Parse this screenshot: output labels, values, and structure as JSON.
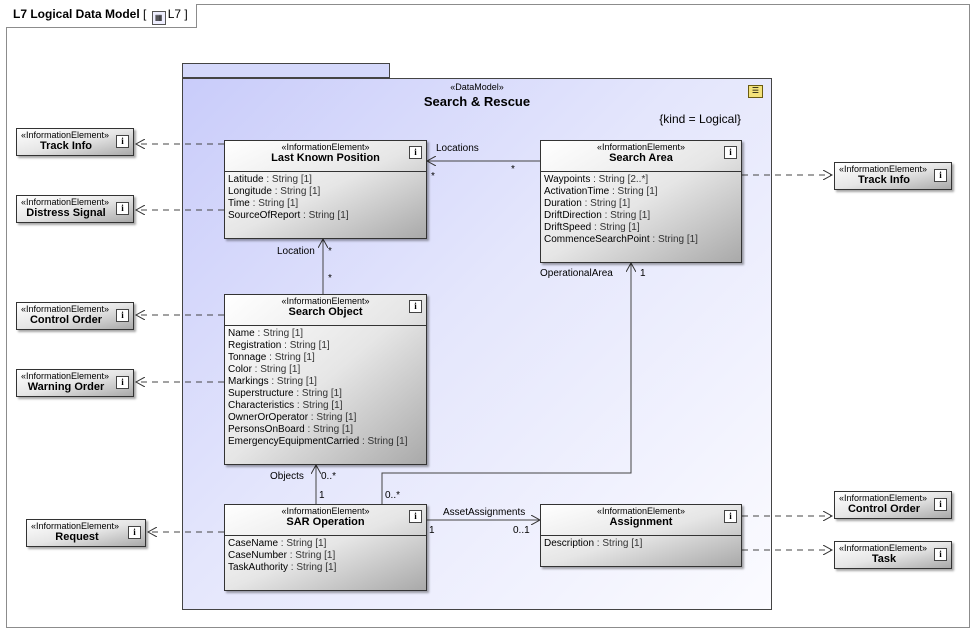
{
  "frame": {
    "title": "L7 Logical Data Model",
    "diagram_ref": "L7"
  },
  "package": {
    "stereotype": "«DataModel»",
    "name": "Search & Rescue",
    "tag": "{kind = Logical}"
  },
  "classes": {
    "lkp": {
      "stereotype": "«InformationElement»",
      "name": "Last Known Position",
      "attrs": [
        {
          "n": "Latitude",
          "t": " : String [1]"
        },
        {
          "n": "Longitude",
          "t": " : String [1]"
        },
        {
          "n": "Time",
          "t": " : String [1]"
        },
        {
          "n": "SourceOfReport",
          "t": " : String [1]"
        }
      ]
    },
    "sa": {
      "stereotype": "«InformationElement»",
      "name": "Search Area",
      "attrs": [
        {
          "n": "Waypoints",
          "t": " : String [2..*]"
        },
        {
          "n": "ActivationTime",
          "t": " : String [1]"
        },
        {
          "n": "Duration",
          "t": " : String [1]"
        },
        {
          "n": "DriftDirection",
          "t": " : String [1]"
        },
        {
          "n": "DriftSpeed",
          "t": " : String [1]"
        },
        {
          "n": "CommenceSearchPoint",
          "t": " : String [1]"
        }
      ]
    },
    "so": {
      "stereotype": "«InformationElement»",
      "name": "Search Object",
      "attrs": [
        {
          "n": "Name",
          "t": " : String [1]"
        },
        {
          "n": "Registration",
          "t": " : String [1]"
        },
        {
          "n": "Tonnage",
          "t": " : String [1]"
        },
        {
          "n": "Color",
          "t": " : String [1]"
        },
        {
          "n": "Markings",
          "t": " : String [1]"
        },
        {
          "n": "Superstructure",
          "t": " : String [1]"
        },
        {
          "n": "Characteristics",
          "t": " : String [1]"
        },
        {
          "n": "OwnerOrOperator",
          "t": " : String [1]"
        },
        {
          "n": "PersonsOnBoard",
          "t": " : String [1]"
        },
        {
          "n": "EmergencyEquipmentCarried",
          "t": " : String [1]"
        }
      ]
    },
    "sar": {
      "stereotype": "«InformationElement»",
      "name": "SAR Operation",
      "attrs": [
        {
          "n": "CaseName",
          "t": " : String [1]"
        },
        {
          "n": "CaseNumber",
          "t": " : String [1]"
        },
        {
          "n": "TaskAuthority",
          "t": " : String [1]"
        }
      ]
    },
    "asg": {
      "stereotype": "«InformationElement»",
      "name": "Assignment",
      "attrs": [
        {
          "n": "Description",
          "t": " : String [1]"
        }
      ]
    }
  },
  "external": {
    "trackinfo_left": {
      "stereotype": "«InformationElement»",
      "name": "Track Info"
    },
    "distress": {
      "stereotype": "«InformationElement»",
      "name": "Distress Signal"
    },
    "controlorder_left": {
      "stereotype": "«InformationElement»",
      "name": "Control Order"
    },
    "warning": {
      "stereotype": "«InformationElement»",
      "name": "Warning Order"
    },
    "request": {
      "stereotype": "«InformationElement»",
      "name": "Request"
    },
    "trackinfo_right": {
      "stereotype": "«InformationElement»",
      "name": "Track Info"
    },
    "controlorder_right": {
      "stereotype": "«InformationElement»",
      "name": "Control Order"
    },
    "task": {
      "stereotype": "«InformationElement»",
      "name": "Task"
    }
  },
  "info_glyph": "i",
  "assoc_labels": {
    "locations": "Locations",
    "locations_mult_lkp": "*",
    "locations_mult_sa": "*",
    "location": "Location",
    "location_mult_top": "*",
    "location_mult_bottom": "*",
    "operational_area": "OperationalArea",
    "operational_area_mult": "1",
    "objects": "Objects",
    "objects_mult_top": "0..*",
    "objects_mult_bottom": "1",
    "sar_area_mult": "0..*",
    "asset_assignments": "AssetAssignments",
    "asset_mult_sar": "1",
    "asset_mult_asg": "0..1"
  }
}
